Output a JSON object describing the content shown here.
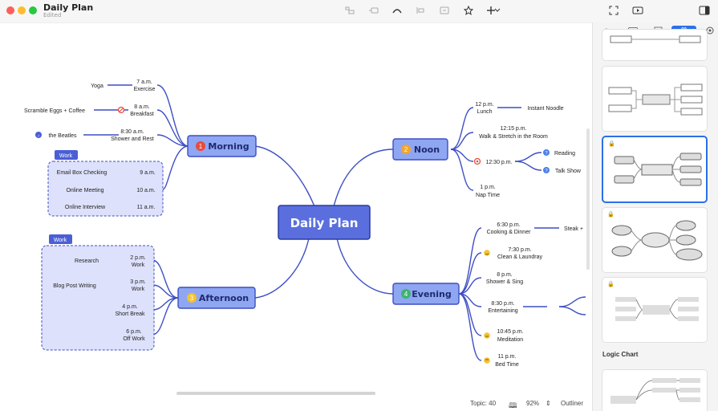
{
  "window": {
    "title": "Daily Plan",
    "subtitle": "Edited"
  },
  "toolbar": {
    "icons": [
      "insert-topic-icon",
      "subtopic-icon",
      "relationship-icon",
      "boundary-icon",
      "summary-icon",
      "star-icon",
      "plus-icon",
      "chevron-down-icon",
      "fullscreen-icon",
      "present-icon",
      "sidebar-toggle-icon"
    ]
  },
  "central": "Daily Plan",
  "branches": {
    "morning": {
      "label": "Morning",
      "num": "1",
      "color": "#e94b3c"
    },
    "noon": {
      "label": "Noon",
      "num": "2",
      "color": "#f4a52c"
    },
    "afternoon": {
      "label": "Afternoon",
      "num": "3",
      "color": "#f4c22c"
    },
    "evening": {
      "label": "Evening",
      "num": "4",
      "color": "#3bb56e"
    }
  },
  "morning_items": [
    {
      "time": "7 a.m.",
      "task": "Exercise",
      "note": "Yoga"
    },
    {
      "time": "8 a.m.",
      "task": "Breakfast",
      "note": "Scramble Eggs + Coffee"
    },
    {
      "time": "8:30 a.m.",
      "task": "Shower and Rest",
      "note": "the Beatles"
    }
  ],
  "morning_work": {
    "tag": "Work",
    "items": [
      {
        "task": "Email Box Checking",
        "time": "9 a.m."
      },
      {
        "task": "Online Meeting",
        "time": "10 a.m."
      },
      {
        "task": "Online Interview",
        "time": "11 a.m."
      }
    ]
  },
  "afternoon_work": {
    "tag": "Work",
    "items": [
      {
        "task": "Research",
        "time": "2 p.m.",
        "sub": "Work"
      },
      {
        "task": "Blog Post Writing",
        "time": "3 p.m.",
        "sub": "Work"
      }
    ]
  },
  "afternoon_items": [
    {
      "time": "4 p.m.",
      "task": "Short Break"
    },
    {
      "time": "6 p.m.",
      "task": "Off Work"
    }
  ],
  "noon_items": [
    {
      "time": "12 p.m.",
      "task": "Lunch",
      "note": "Instant Noodle"
    },
    {
      "text": "12:15 p.m.",
      "text2": "Walk & Stretch in the Room"
    },
    {
      "time": "12:30 p.m.",
      "opts": [
        "Reading",
        "Talk Show"
      ]
    },
    {
      "time": "1 p.m.",
      "task": "Nap Time"
    }
  ],
  "evening_items": [
    {
      "time": "6:30 p.m.",
      "task": "Cooking & Dinner",
      "note": "Steak +"
    },
    {
      "time": "7:30 p.m.",
      "task": "Clean & Laundray"
    },
    {
      "time": "8 p.m.",
      "task": "Shower & Sing"
    },
    {
      "time": "8:30 p.m.",
      "task": "Entertaining"
    },
    {
      "time": "10:45 p.m.",
      "task": "Meditation"
    },
    {
      "time": "11 p.m.",
      "task": "Bed Time"
    }
  ],
  "status": {
    "topic": "Topic: 40",
    "zoom": "92%",
    "outliner": "Outliner"
  },
  "sidebar": {
    "active_tab": "⌘",
    "section": "Logic Chart"
  },
  "colors": {
    "branch": "#3d4fc4",
    "node_fill": "#8fa6f2",
    "central_fill": "#5a6fdd",
    "accent": "#2b6fea"
  }
}
